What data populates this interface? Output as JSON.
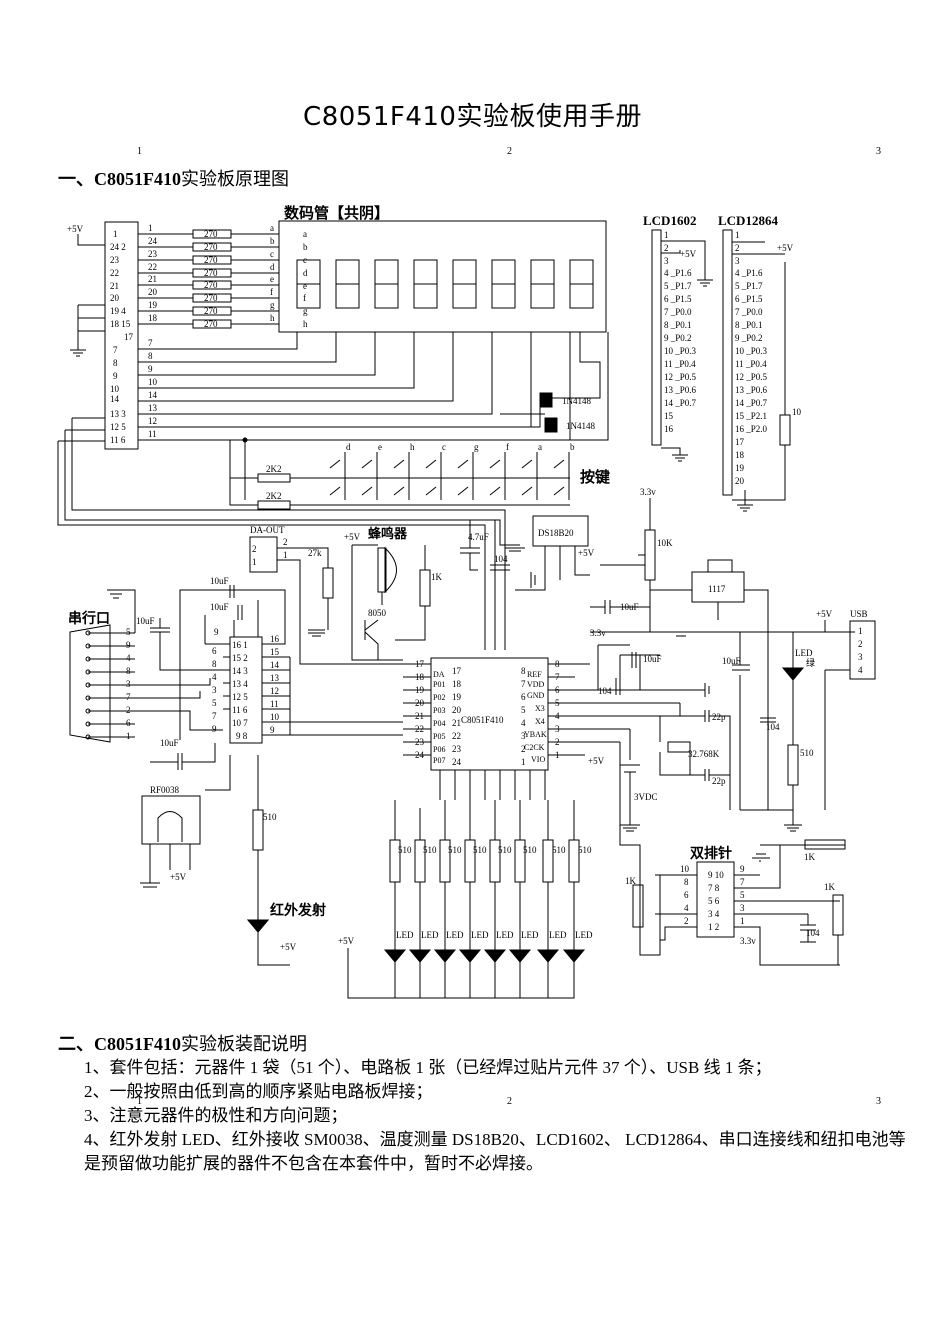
{
  "document": {
    "title": "C8051F410实验板使用手册",
    "column_markers": [
      "1",
      "2",
      "3"
    ],
    "section1": {
      "heading_prefix": "一、",
      "heading_bold": "C8051F410",
      "heading_rest": "实验板原理图"
    },
    "section2": {
      "heading_prefix": "二、",
      "heading_bold": "C8051F410",
      "heading_rest": "实验板装配说明",
      "items": [
        "1、套件包括：元器件 1 袋（51 个）、电路板 1 张（已经焊过贴片元件 37 个）、USB 线 1 条；",
        "2、一般按照由低到高的顺序紧贴电路板焊接；",
        "3、注意元器件的极性和方向问题；",
        "4、红外发射 LED、红外接收 SM0038、温度测量 DS18B20、LCD1602、 LCD12864、串口连接线和纽扣电池等是预留做功能扩展的器件不包含在本套件中，暂时不必焊接。"
      ]
    },
    "bottom_markers": [
      "1",
      "2",
      "3"
    ]
  },
  "schematic": {
    "labels": {
      "display": "数码管【共阴】",
      "lcd1602": "LCD1602",
      "lcd12864": "LCD12864",
      "keys": "按键",
      "buzzer": "蜂鸣器",
      "serial": "串行口",
      "ir_tx": "红外发射",
      "dual_header": "双排针",
      "mcu": "C8051F410",
      "regulator": "1117",
      "usb": "USB",
      "ds18b20": "DS18B20",
      "ir_rx": "RF0038",
      "da_out": "DA-OUT",
      "battery": "3VDC",
      "crystal": "32.768K",
      "diode": "1N4148",
      "transistor": "8050",
      "led": "LED",
      "led_green": "绿",
      "vcc5": "+5V",
      "vcc33": "3.3v",
      "res_270": "270",
      "res_2k2": "2K2",
      "res_510": "510",
      "res_1k": "1K",
      "res_10k": "10K",
      "res_27k": "27k",
      "res_10": "10",
      "cap_10uf": "10uF",
      "cap_47uf": "4.7uF",
      "cap_104": "104",
      "cap_22p": "22p"
    },
    "seg_letters": [
      "a",
      "b",
      "c",
      "d",
      "e",
      "f",
      "g",
      "h"
    ],
    "key_letters": [
      "d",
      "e",
      "h",
      "c",
      "g",
      "f",
      "a",
      "b"
    ],
    "left_ic_pins": [
      "1",
      "24 2",
      "23",
      "22",
      "21",
      "20",
      "19 4",
      "18 15",
      "17",
      "7",
      "8",
      "9",
      "10",
      "14",
      "13 3",
      "12 5",
      "11 6"
    ],
    "left_net_nums": [
      "1",
      "24",
      "23",
      "22",
      "21",
      "20",
      "19",
      "18",
      "7",
      "8",
      "9",
      "10",
      "14",
      "13",
      "12",
      "11"
    ],
    "lcd1602_pins": [
      "1",
      "2",
      "3",
      "4 _P1.6",
      "5 _P1.7",
      "6 _P1.5",
      "7 _P0.0",
      "8 _P0.1",
      "9 _P0.2",
      "10 _P0.3",
      "11 _P0.4",
      "12 _P0.5",
      "13 _P0.6",
      "14 _P0.7",
      "15",
      "16"
    ],
    "lcd12864_pins": [
      "1",
      "2",
      "3",
      "4 _P1.6",
      "5 _P1.7",
      "6 _P1.5",
      "7 _P0.0",
      "8 _P0.1",
      "9 _P0.2",
      "10 _P0.3",
      "11 _P0.4",
      "12 _P0.5",
      "13 _P0.6",
      "14 _P0.7",
      "15 _P2.1",
      "16 _P2.0",
      "17",
      "18",
      "19",
      "20"
    ],
    "mcu_left_pins": [
      "17",
      "18",
      "19",
      "20",
      "21",
      "22",
      "23",
      "24"
    ],
    "mcu_left_labels": [
      "DA",
      "P01",
      "P02",
      "P03",
      "P04",
      "P05",
      "P06",
      "P07"
    ],
    "mcu_right_pins": [
      "8",
      "7",
      "6",
      "5",
      "4",
      "3",
      "2",
      "1"
    ],
    "mcu_right_labels": [
      "REF",
      "VDD",
      "GND",
      "X3",
      "X4",
      "YBAK",
      "C2CK",
      "VIO"
    ],
    "max232_pins_left": [
      "16 1",
      "15 2",
      "14 3",
      "13 4",
      "12 5",
      "11 6",
      "10 7",
      "9 8"
    ],
    "max232_pins_right": [
      "16",
      "15",
      "14",
      "13",
      "12",
      "11",
      "10",
      "9"
    ],
    "db9_pins": [
      "5",
      "9",
      "4",
      "8",
      "3",
      "7",
      "2",
      "6",
      "1"
    ],
    "header_pins": [
      "9 10",
      "7 8",
      "5 6",
      "3 4",
      "1 2"
    ],
    "header_outer_left": [
      "10",
      "8",
      "6",
      "4",
      "2"
    ],
    "header_outer_right": [
      "9",
      "7",
      "5",
      "3",
      "1"
    ],
    "usb_pins": [
      "1",
      "2",
      "3",
      "4"
    ],
    "da_pins": [
      "2",
      "1"
    ]
  }
}
